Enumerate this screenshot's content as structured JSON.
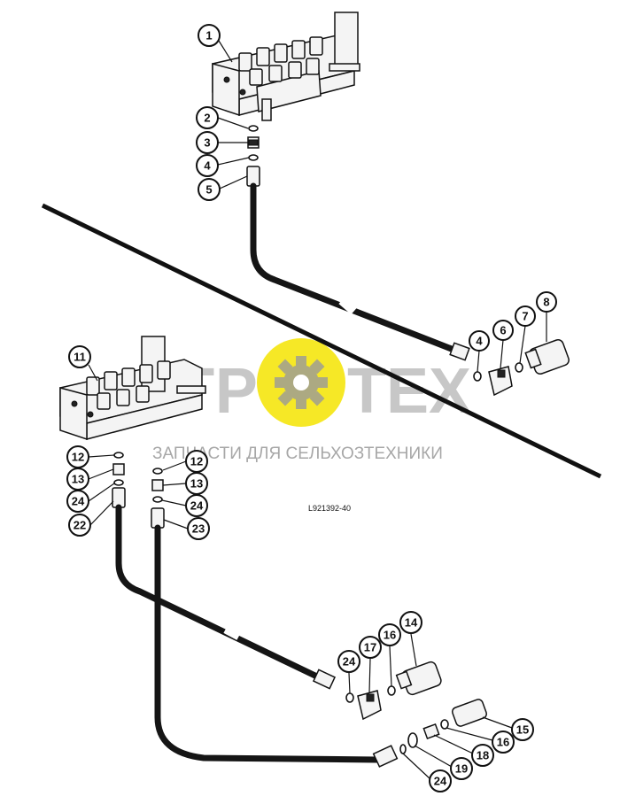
{
  "figure_id": "L921392-40",
  "watermark": {
    "brand_left": "АГР",
    "brand_right": "ТЕХ",
    "tagline": "ЗАПЧАСТИ ДЛЯ СЕЛЬХОЗТЕХНИКИ",
    "accent_color": "#f5e400"
  },
  "callouts": {
    "c1": "1",
    "c2": "2",
    "c3": "3",
    "c4a": "4",
    "c5": "5",
    "c4b": "4",
    "c6": "6",
    "c7": "7",
    "c8": "8",
    "c11": "11",
    "c12a": "12",
    "c13a": "13",
    "c24a": "24",
    "c22": "22",
    "c12b": "12",
    "c13b": "13",
    "c24b": "24",
    "c23": "23",
    "c24c": "24",
    "c17": "17",
    "c16a": "16",
    "c14": "14",
    "c15": "15",
    "c16b": "16",
    "c18": "18",
    "c19": "19",
    "c24d": "24"
  }
}
